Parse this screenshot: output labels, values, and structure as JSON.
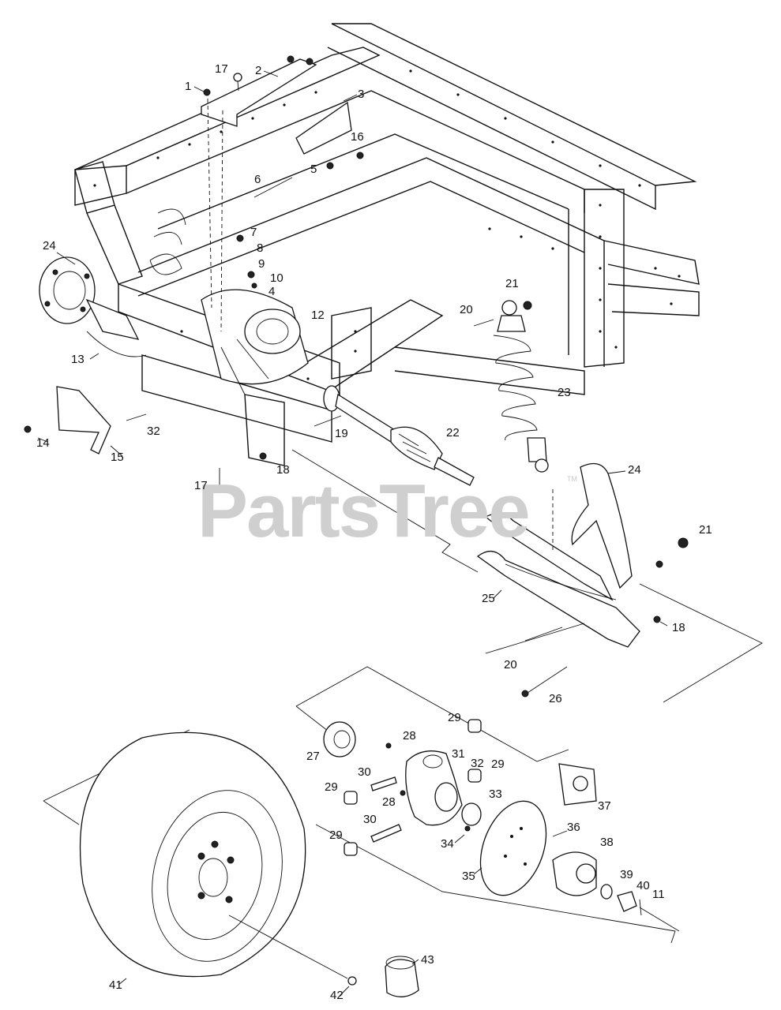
{
  "watermark": {
    "text": "PartsTree",
    "tm": "TM"
  },
  "callouts": [
    "1",
    "2",
    "3",
    "4",
    "5",
    "6",
    "7",
    "8",
    "9",
    "10",
    "11",
    "12",
    "13",
    "14",
    "15",
    "16",
    "17",
    "18",
    "19",
    "20",
    "21",
    "22",
    "23",
    "24",
    "25",
    "26",
    "27",
    "28",
    "29",
    "30",
    "31",
    "32",
    "33",
    "34",
    "35",
    "36",
    "37",
    "38",
    "39",
    "40",
    "41",
    "42",
    "43"
  ]
}
